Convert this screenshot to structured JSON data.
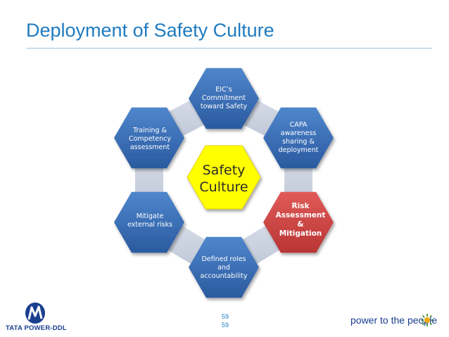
{
  "slide": {
    "title": "Deployment of Safety Culture",
    "page_number_lines": [
      "59",
      "59"
    ]
  },
  "diagram": {
    "center": {
      "lines": [
        "Safety",
        "Culture"
      ],
      "color": "#ffff00"
    },
    "hexagons": [
      {
        "id": "top",
        "lines": [
          "EIC’s",
          "Commitment",
          "toward Safety"
        ],
        "color": "#3b6fb6"
      },
      {
        "id": "top-right",
        "lines": [
          "CAPA",
          "awareness",
          "sharing &",
          "deployment"
        ],
        "color": "#3b6fb6"
      },
      {
        "id": "bottom-right",
        "lines": [
          "Risk",
          "Assessment",
          "&",
          "Mitigation"
        ],
        "color": "#d04a4a",
        "bold": true
      },
      {
        "id": "bottom",
        "lines": [
          "Defined roles",
          "and",
          "accountability"
        ],
        "color": "#3b6fb6"
      },
      {
        "id": "bottom-left",
        "lines": [
          "Mitigate",
          "external risks"
        ],
        "color": "#3b6fb6"
      },
      {
        "id": "top-left",
        "lines": [
          "Training &",
          "Competency",
          "assessment"
        ],
        "color": "#3b6fb6"
      }
    ],
    "connector_color": "#c9cfdc"
  },
  "footer": {
    "logo_text": "TATA POWER-DDL",
    "tagline": "power to the people"
  },
  "colors": {
    "title": "#1f7bbf",
    "brand": "#1b3f8f"
  }
}
